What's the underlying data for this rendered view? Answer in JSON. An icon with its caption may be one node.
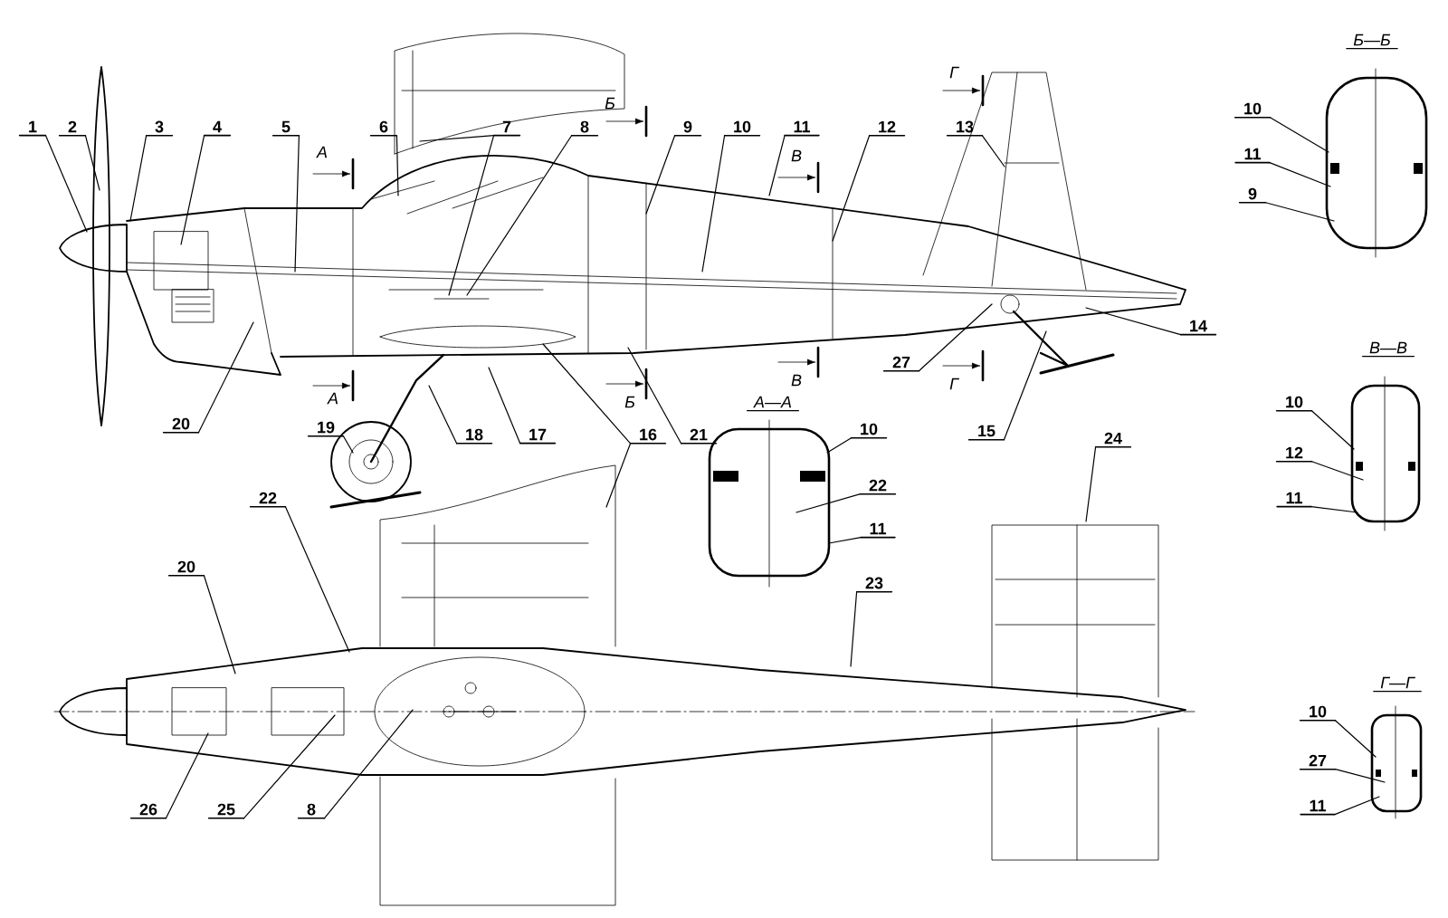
{
  "diagram": {
    "nodes": [
      {
        "text": [
          "1"
        ]
      },
      {
        "text": [
          "2"
        ]
      },
      {
        "text": [
          "3"
        ]
      },
      {
        "text": [
          "4"
        ]
      },
      {
        "text": [
          "5"
        ]
      },
      {
        "text": [
          "6"
        ]
      },
      {
        "text": [
          "7"
        ]
      },
      {
        "text": [
          "8"
        ]
      },
      {
        "text": [
          "9"
        ]
      },
      {
        "text": [
          "10"
        ]
      },
      {
        "text": [
          "11"
        ]
      },
      {
        "text": [
          "12"
        ]
      },
      {
        "text": [
          "13"
        ]
      },
      {
        "text": [
          "14"
        ]
      },
      {
        "text": [
          "15"
        ]
      },
      {
        "text": [
          "27"
        ]
      },
      {
        "text": [
          "16"
        ]
      },
      {
        "text": [
          "21"
        ]
      },
      {
        "text": [
          "17"
        ]
      },
      {
        "text": [
          "18"
        ]
      },
      {
        "text": [
          "19"
        ]
      },
      {
        "text": [
          "20"
        ]
      },
      {
        "text": [
          "22"
        ]
      },
      {
        "text": [
          "20"
        ]
      },
      {
        "text": [
          "26"
        ]
      },
      {
        "text": [
          "25"
        ]
      },
      {
        "text": [
          "8"
        ]
      },
      {
        "text": [
          "23"
        ]
      },
      {
        "text": [
          "24"
        ]
      },
      {
        "text": [
          "10"
        ]
      },
      {
        "text": [
          "22"
        ]
      },
      {
        "text": [
          "11"
        ]
      },
      {
        "text": [
          "10"
        ]
      },
      {
        "text": [
          "11"
        ]
      },
      {
        "text": [
          "9"
        ]
      },
      {
        "text": [
          "10"
        ]
      },
      {
        "text": [
          "12"
        ]
      },
      {
        "text": [
          "11"
        ]
      },
      {
        "text": [
          "10"
        ]
      },
      {
        "text": [
          "27"
        ]
      },
      {
        "text": [
          "11"
        ]
      }
    ],
    "edges": [
      {
        "from": 0,
        "to": null,
        "arrow": "none"
      },
      {
        "from": 1,
        "to": null,
        "arrow": "none"
      },
      {
        "from": 2,
        "to": null,
        "arrow": "none"
      },
      {
        "from": 3,
        "to": null,
        "arrow": "none"
      },
      {
        "from": 4,
        "to": null,
        "arrow": "none"
      },
      {
        "from": 5,
        "to": null,
        "arrow": "none"
      },
      {
        "from": 6,
        "to": null,
        "arrow": "none"
      },
      {
        "from": 6,
        "to": null,
        "arrow": "none"
      },
      {
        "from": 7,
        "to": null,
        "arrow": "none"
      },
      {
        "from": 8,
        "to": null,
        "arrow": "none"
      },
      {
        "from": 9,
        "to": null,
        "arrow": "none"
      },
      {
        "from": 10,
        "to": null,
        "arrow": "none"
      },
      {
        "from": 11,
        "to": null,
        "arrow": "none"
      },
      {
        "from": 12,
        "to": null,
        "arrow": "none"
      },
      {
        "from": 13,
        "to": null,
        "arrow": "none"
      },
      {
        "from": 14,
        "to": null,
        "arrow": "none"
      },
      {
        "from": 15,
        "to": null,
        "arrow": "none"
      },
      {
        "from": 16,
        "to": null,
        "arrow": "none"
      },
      {
        "from": 16,
        "to": null,
        "arrow": "none"
      },
      {
        "from": 17,
        "to": null,
        "arrow": "none"
      },
      {
        "from": 18,
        "to": null,
        "arrow": "none"
      },
      {
        "from": 19,
        "to": null,
        "arrow": "none"
      },
      {
        "from": 20,
        "to": null,
        "arrow": "none"
      },
      {
        "from": 21,
        "to": null,
        "arrow": "none"
      },
      {
        "from": 22,
        "to": null,
        "arrow": "none"
      },
      {
        "from": 23,
        "to": null,
        "arrow": "none"
      },
      {
        "from": 24,
        "to": null,
        "arrow": "none"
      },
      {
        "from": 25,
        "to": null,
        "arrow": "none"
      },
      {
        "from": 26,
        "to": null,
        "arrow": "none"
      },
      {
        "from": 27,
        "to": null,
        "arrow": "none"
      },
      {
        "from": 28,
        "to": null,
        "arrow": "none"
      },
      {
        "from": 29,
        "to": null,
        "arrow": "none"
      },
      {
        "from": 30,
        "to": null,
        "arrow": "none"
      },
      {
        "from": 31,
        "to": null,
        "arrow": "none"
      },
      {
        "from": 32,
        "to": null,
        "arrow": "none"
      },
      {
        "from": 33,
        "to": null,
        "arrow": "none"
      },
      {
        "from": 34,
        "to": null,
        "arrow": "none"
      },
      {
        "from": 35,
        "to": null,
        "arrow": "none"
      },
      {
        "from": 36,
        "to": null,
        "arrow": "none"
      },
      {
        "from": 37,
        "to": null,
        "arrow": "none"
      },
      {
        "from": 38,
        "to": null,
        "arrow": "none"
      },
      {
        "from": 39,
        "to": null,
        "arrow": "none"
      },
      {
        "from": 40,
        "to": null,
        "arrow": "none"
      }
    ],
    "labels": [
      "Б—Б",
      "Г",
      "Б",
      "А",
      "В",
      "В—В",
      "Г",
      "А",
      "Б",
      "В",
      "А—А",
      "Г—Г"
    ]
  }
}
